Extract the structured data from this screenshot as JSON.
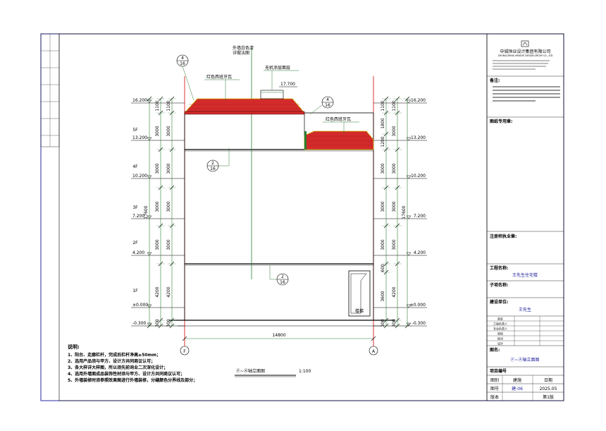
{
  "drawing": {
    "title": "Ⓕ~Ⓐ轴立面图",
    "scale": "1:100",
    "axes": {
      "left": "F",
      "right": "A"
    },
    "total_width": "14800",
    "elevations_left": [
      "16.200",
      "13.200",
      "10.200",
      "7.200",
      "4.200",
      "±0.000",
      "-0.300"
    ],
    "elevations_right": [
      "16.200",
      "13.200",
      "10.200",
      "7.200",
      "4.200",
      "±0.000",
      "-0.300"
    ],
    "floors": [
      "5F",
      "4F",
      "3F",
      "2F",
      "1F"
    ],
    "left_dims_inner": [
      "1100",
      "3000",
      "3000",
      "3000",
      "3000",
      "4200",
      "300"
    ],
    "left_dims_outer": [
      "1100",
      "3000",
      "3000",
      "3000",
      "3000",
      "4200",
      "300"
    ],
    "left_dims_total": "17600",
    "right_dims_inner": [
      "1100",
      "1800",
      "1200",
      "3000",
      "3000",
      "3000",
      "600",
      "3600",
      "300"
    ],
    "right_dims_outer": [
      "1100",
      "3000",
      "3000",
      "3000",
      "3000",
      "4200",
      "300"
    ],
    "right_dims_total": "17600",
    "annotations": {
      "wall_paint": "外墙白色漆",
      "wall_paint_note": "详做法图",
      "red_tile_1": "红色西班牙瓦",
      "red_tile_2": "红色西班牙瓦",
      "roof_surface": "无机涂层面层",
      "roof_level": "17.700",
      "stair_label": "楼梯"
    },
    "detail_refs": [
      {
        "num": "4",
        "sheet": "16"
      },
      {
        "num": "4",
        "sheet": "16"
      },
      {
        "num": "2",
        "sheet": "16"
      },
      {
        "num": "2",
        "sheet": "16"
      }
    ]
  },
  "notes": {
    "heading": "说明:",
    "items": [
      "1、阳台、走廊栏杆，完成后栏杆净高≥50mm；",
      "2、选用产品须与甲方、设计方共同商议认可；",
      "3、各大样详大样图，所以须先前询业二次深化设计；",
      "4、选用外墙面成品装饰性材须与甲方、设计方共同商议认可；",
      "5、外墙装修时须参照效果图进行外墙装修，分缝颜色分界线及部分；"
    ]
  },
  "title_block": {
    "company": "中城恒业设计集团有限公司",
    "company_en": "ZHONGCHENG HENGYE DESIGN GROUP CO., LTD",
    "notice_heading": "备注:",
    "seal_heading": "图纸专用章:",
    "approval_heading": "注册师执业章:",
    "project_heading": "工程名称:",
    "project_name": "王先生住宅楼",
    "subitem_heading": "子项名称:",
    "client_heading": "建设单位:",
    "client_name": "王先生",
    "signatures": [
      {
        "role": "审定",
        "name": ""
      },
      {
        "role": "工程负责人",
        "name": ""
      },
      {
        "role": "专业负责人",
        "name": ""
      },
      {
        "role": "审核",
        "name": ""
      },
      {
        "role": "校对",
        "name": ""
      },
      {
        "role": "设计",
        "name": ""
      }
    ],
    "drawing_name_heading": "图名:",
    "drawing_name": "Ⓕ~Ⓐ轴立面图",
    "project_no_heading": "项目编号",
    "meta_row1": [
      "图别",
      "建施",
      "日期"
    ],
    "meta_row2": [
      "图号",
      "建-06",
      "2025.05"
    ],
    "meta_row3": [
      "版本",
      "",
      "第1版"
    ]
  },
  "colors": {
    "red_axis": "#d40000",
    "roof_tile": "#d32b2b",
    "dim_green": "#2e7d32",
    "border_blue": "#2a2aa0",
    "text_blue": "#1a1a9a",
    "leader_yellow": "#c8b400"
  }
}
